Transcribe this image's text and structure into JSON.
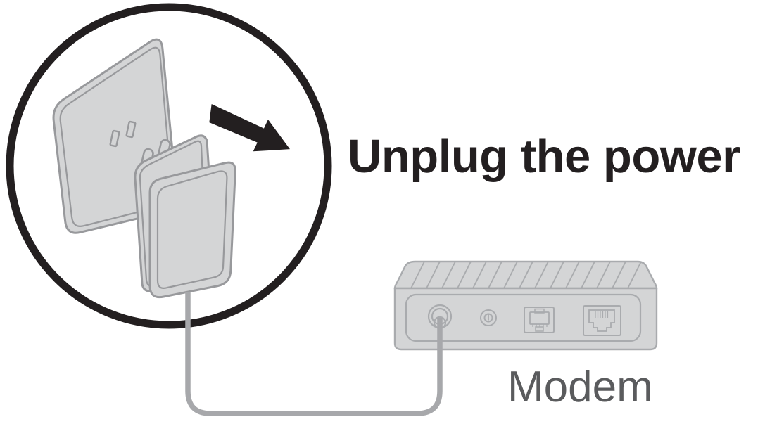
{
  "diagram": {
    "title": "Unplug the power",
    "modem_label": "Modem",
    "scene": {
      "description": "Magnifier circle showing a power adapter being pulled out of a wall outlet, with its cable running to the power jack of a modem",
      "elements": [
        "zoom-circle",
        "wall-outlet",
        "outlet-slots",
        "power-adapter",
        "adapter-prongs",
        "unplug-arrow",
        "power-cable",
        "modem"
      ],
      "modem_ports": [
        "power-jack",
        "power-button",
        "ethernet-port",
        "rj45-port"
      ]
    },
    "colors": {
      "outline": "#231f20",
      "text": "#231f20",
      "label_text": "#5a5b5d",
      "fill_gray": "#d4d5d6",
      "stroke_gray": "#98999c",
      "modem_stroke": "#a9abae",
      "cable_gray": "#a7a8ab"
    }
  }
}
